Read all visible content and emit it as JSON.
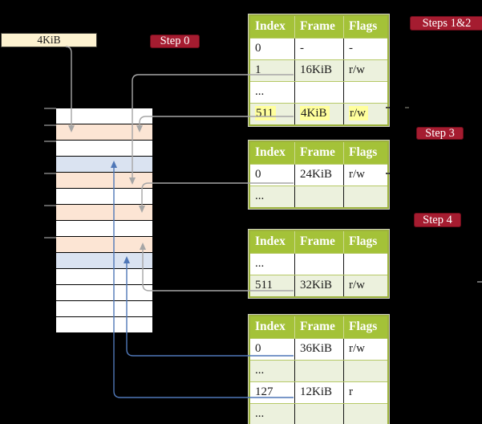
{
  "colors": {
    "background": "#000000",
    "badge_bg": "#a51c30",
    "badge_text": "#ffffff",
    "table_header_bg": "#a4c238",
    "table_border": "#9cb23c",
    "row_green": "#ecf1dd",
    "row_white": "#ffffff",
    "highlight_yellow": "#ffff9c",
    "mem_beige": "#fce5d4",
    "mem_blue": "#dae3f1",
    "mem_white": "#ffffff",
    "arrow_gray": "#a6a6a6",
    "arrow_blue": "#4f77b7",
    "label_box_bg": "#fdf2d0"
  },
  "labels": {
    "page_size": "4KiB",
    "step0": "Step 0",
    "steps12": "Steps 1&2",
    "step3": "Step 3",
    "step4": "Step 4"
  },
  "memory": {
    "rows": [
      "white",
      "beige",
      "white",
      "blue",
      "beige",
      "white",
      "beige",
      "white",
      "beige",
      "blue",
      "white",
      "white",
      "white",
      "white"
    ]
  },
  "tables": [
    {
      "name": "page-table-steps-1-2",
      "columns": [
        "Index",
        "Frame",
        "Flags"
      ],
      "rows": [
        {
          "cells": [
            "0",
            "-",
            "-"
          ],
          "bg": "white"
        },
        {
          "cells": [
            "1",
            "16KiB",
            "r/w"
          ],
          "bg": "green"
        },
        {
          "cells": [
            "...",
            "",
            ""
          ],
          "bg": "white"
        },
        {
          "cells": [
            "511",
            "4KiB",
            "r/w"
          ],
          "bg": "green",
          "highlight": true
        }
      ]
    },
    {
      "name": "page-table-step-3",
      "columns": [
        "Index",
        "Frame",
        "Flags"
      ],
      "rows": [
        {
          "cells": [
            "0",
            "24KiB",
            "r/w"
          ],
          "bg": "white"
        },
        {
          "cells": [
            "...",
            "",
            ""
          ],
          "bg": "green"
        }
      ]
    },
    {
      "name": "page-table-step-4",
      "columns": [
        "Index",
        "Frame",
        "Flags"
      ],
      "rows": [
        {
          "cells": [
            "...",
            "",
            ""
          ],
          "bg": "white"
        },
        {
          "cells": [
            "511",
            "32KiB",
            "r/w"
          ],
          "bg": "green"
        }
      ]
    },
    {
      "name": "page-table-leaf",
      "columns": [
        "Index",
        "Frame",
        "Flags"
      ],
      "rows": [
        {
          "cells": [
            "0",
            "36KiB",
            "r/w"
          ],
          "bg": "white"
        },
        {
          "cells": [
            "...",
            "",
            ""
          ],
          "bg": "green"
        },
        {
          "cells": [
            "127",
            "12KiB",
            "r"
          ],
          "bg": "white"
        },
        {
          "cells": [
            "...",
            "",
            ""
          ],
          "bg": "green"
        }
      ]
    }
  ]
}
